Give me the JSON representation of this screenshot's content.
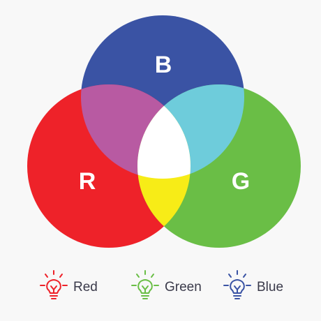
{
  "circles": {
    "blue": {
      "letter": "B",
      "color": "#3A53A4"
    },
    "red": {
      "letter": "R",
      "color": "#EE2229"
    },
    "green": {
      "letter": "G",
      "color": "#6ABE46"
    }
  },
  "overlaps": {
    "red_blue": "#B85AA2",
    "blue_green": "#6ECCDB",
    "red_green": "#F7EC17",
    "center": "#FFFFFF"
  },
  "legend": [
    {
      "label": "Red",
      "icon": "lightbulb-icon",
      "color": "#EE2229"
    },
    {
      "label": "Green",
      "icon": "lightbulb-icon",
      "color": "#6ABE46"
    },
    {
      "label": "Blue",
      "icon": "lightbulb-icon",
      "color": "#3A53A4"
    }
  ]
}
